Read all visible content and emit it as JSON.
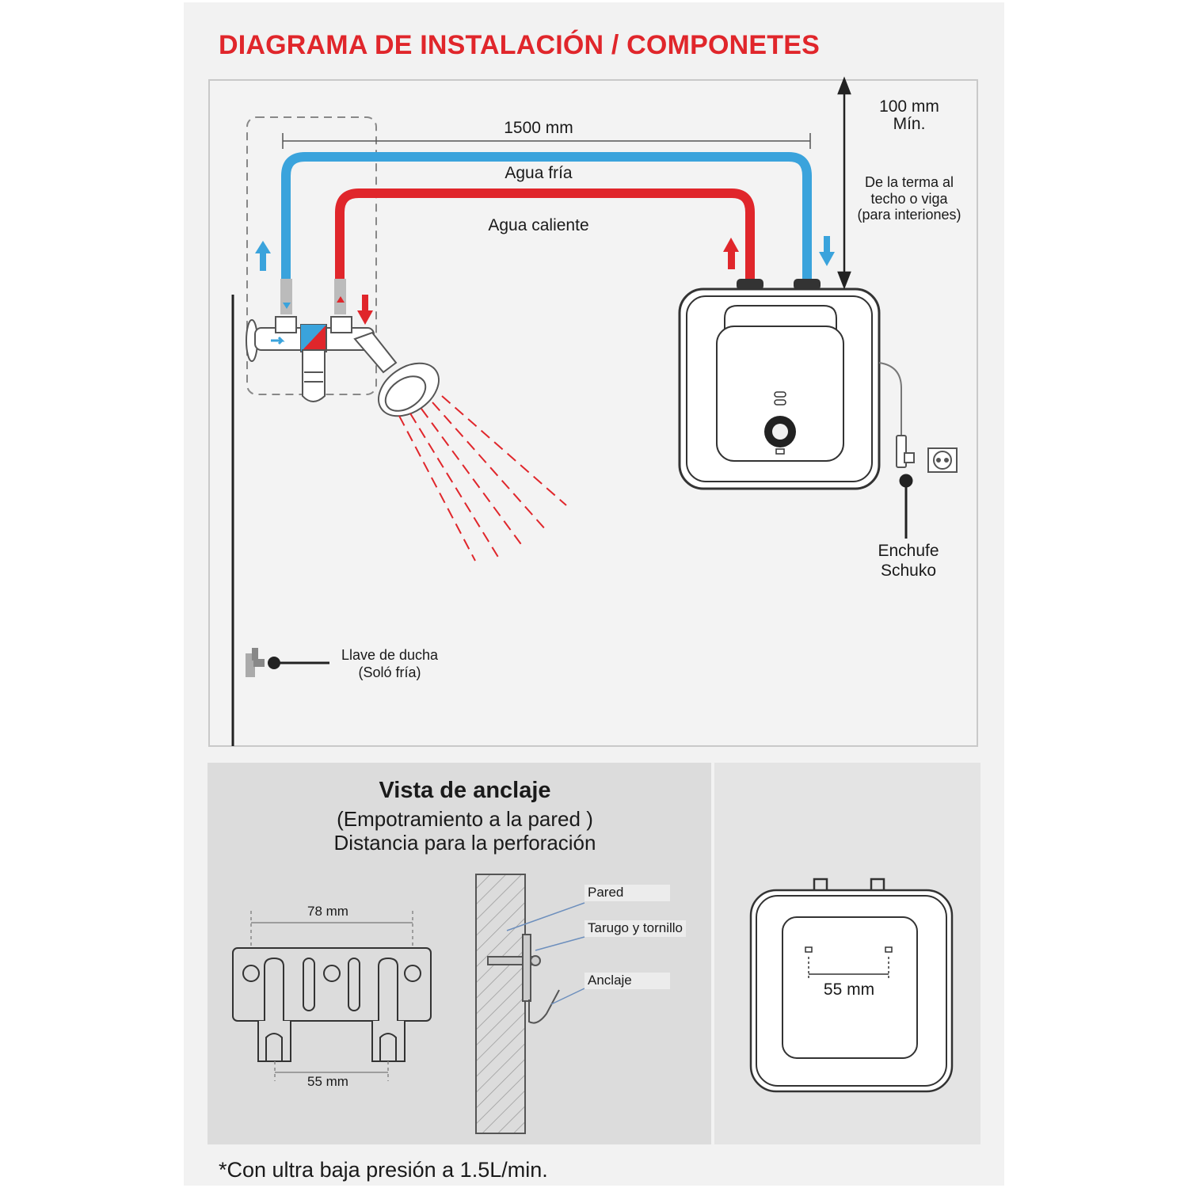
{
  "title": "DIAGRAMA DE INSTALACIÓN / COMPONETES",
  "top_panel": {
    "pipe_length": "1500 mm",
    "cold_water": "Agua fría",
    "hot_water": "Agua caliente",
    "clearance": "100 mm\nMín.",
    "clearance_note": "De la terma al\ntecho o viga\n(para interiones)",
    "plug_label": "Enchufe\nSchuko",
    "valve_label": "Llave de ducha\n(Soló fría)"
  },
  "anchor_panel": {
    "title": "Vista de anclaje",
    "subtitle_1": "(Empotramiento a la pared )",
    "subtitle_2": "Distancia para la perforación",
    "bracket_width": "78 mm",
    "bracket_spacing": "55 mm",
    "wall_label": "Pared",
    "screw_label": "Tarugo y tornillo",
    "anchor_label": "Anclaje"
  },
  "side_panel": {
    "hole_spacing": "55 mm"
  },
  "footnote": "*Con ultra baja presión a 1.5L/min.",
  "colors": {
    "title_red": "#e0262b",
    "cold_blue": "#3aa3dc",
    "hot_red": "#e0262b"
  },
  "icons": [
    "up-arrow-icon",
    "down-arrow-icon",
    "shower-head-icon",
    "water-heater-icon",
    "schuko-socket-icon",
    "shower-valve-icon"
  ]
}
